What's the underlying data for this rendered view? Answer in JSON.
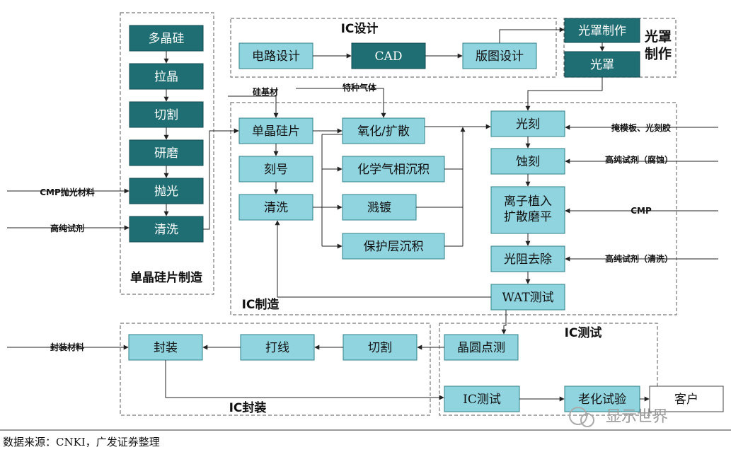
{
  "groups": {
    "ic_design": "IC设计",
    "photomask": "光罩\n制作",
    "wafer": "单晶硅片制造",
    "ic_mfg": "IC制造",
    "ic_test": "IC测试",
    "ic_pack": "IC封装"
  },
  "boxes": {
    "polysilicon": "多晶硅",
    "crystal_pull": "拉晶",
    "slicing": "切割",
    "grinding": "研磨",
    "polishing": "抛光",
    "wafer_clean": "清洗",
    "circuit_design": "电路设计",
    "cad": "CAD",
    "layout_design": "版图设计",
    "mask_make": "光罩制作",
    "mask": "光罩",
    "single_wafer": "单晶硅片",
    "marking": "刻号",
    "clean": "清洗",
    "oxidation": "氧化/扩散",
    "cvd": "化学气相沉积",
    "sputter": "溅镀",
    "passivation": "保护层沉积",
    "lithography": "光刻",
    "etching": "蚀刻",
    "ion_implant": "离子植入\n扩散磨平",
    "resist_strip": "光阻去除",
    "wat": "WAT测试",
    "wafer_probe": "晶圆点测",
    "dicing": "切割",
    "wire_bond": "打线",
    "encapsulation": "封装",
    "ic_test_box": "IC测试",
    "burn_in": "老化试验",
    "customer": "客户"
  },
  "inputs": {
    "cmp_polish": "CMP抛光材料",
    "hp_reagent": "高纯试剂",
    "silicon_substrate": "硅基材",
    "special_gas": "特种气体",
    "mask_resist": "掩模板、光刻胶",
    "hp_etch": "高纯试剂（腐蚀）",
    "cmp": "CMP",
    "hp_clean": "高纯试剂（清洗）",
    "pack_material": "封装材料"
  },
  "footer": {
    "source": "数据来源：CNKI，广发证券整理",
    "watermark": "显示世界"
  }
}
